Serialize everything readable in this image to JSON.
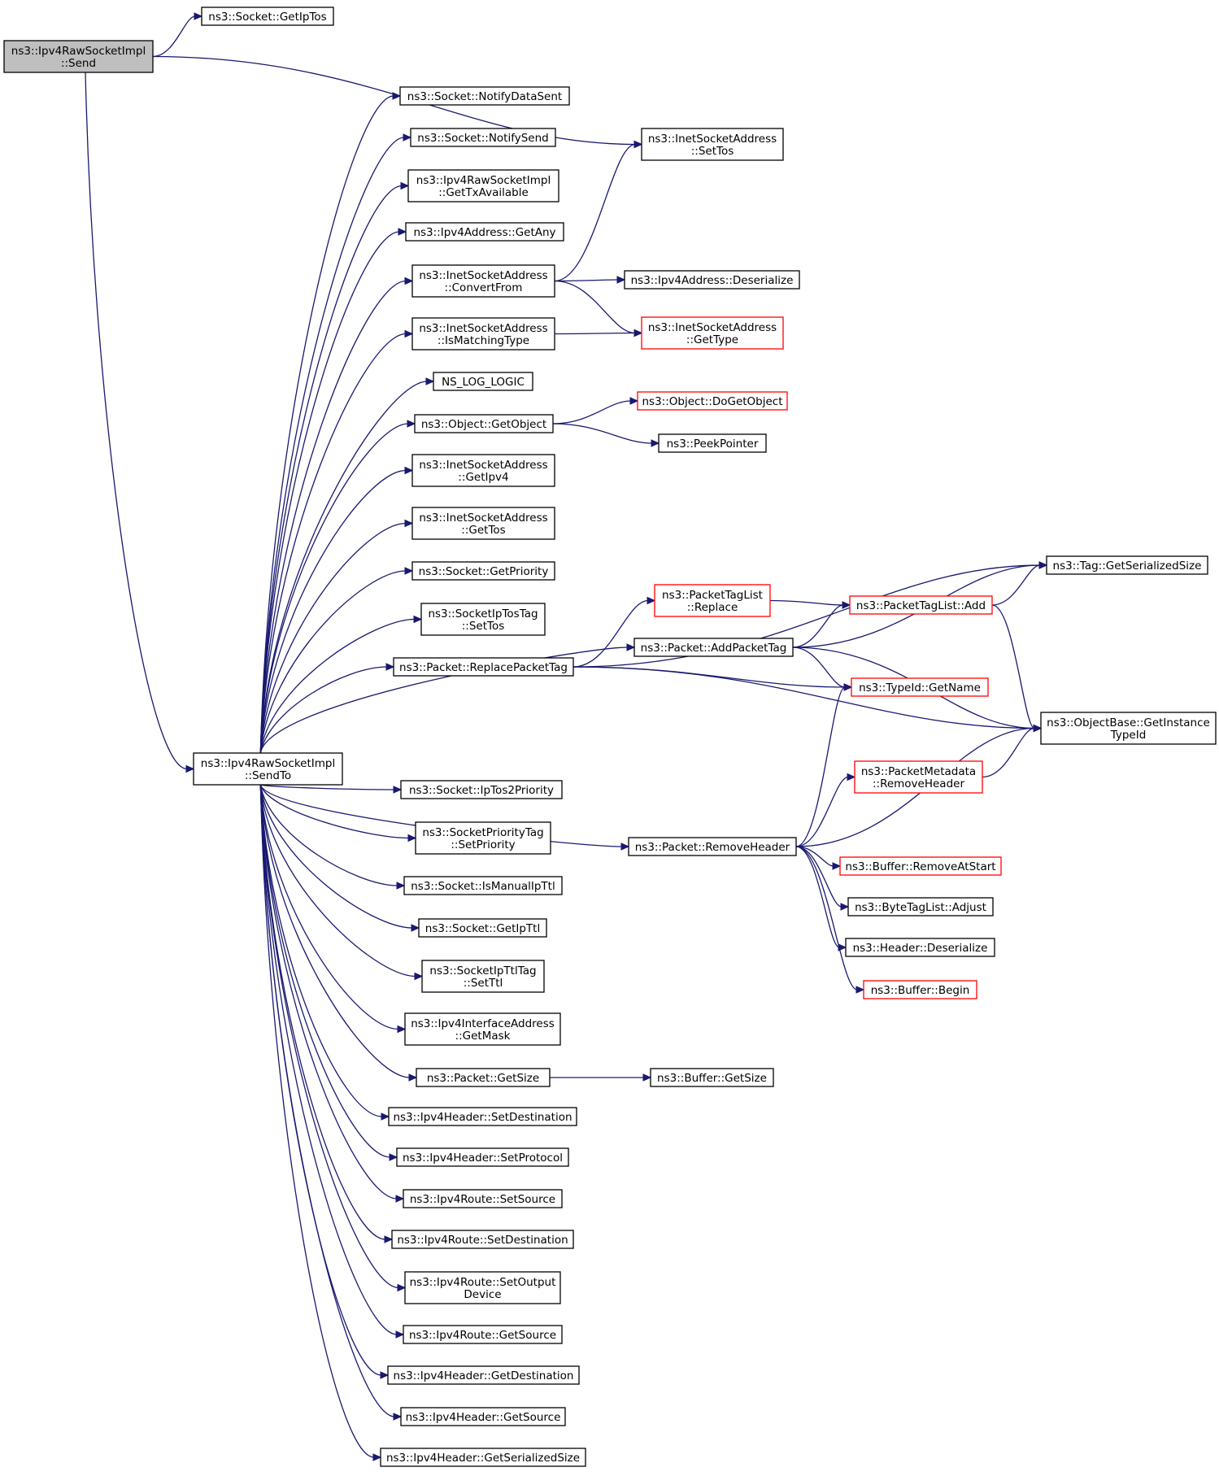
{
  "nodes": [
    {
      "id": "send",
      "lines": [
        "ns3::Ipv4RawSocketImpl",
        "::Send"
      ],
      "style": "root"
    },
    {
      "id": "getiptos",
      "lines": [
        "ns3::Socket::GetIpTos"
      ],
      "style": "normal"
    },
    {
      "id": "settos_isa",
      "lines": [
        "ns3::InetSocketAddress",
        "::SetTos"
      ],
      "style": "normal"
    },
    {
      "id": "notifydatasent",
      "lines": [
        "ns3::Socket::NotifyDataSent"
      ],
      "style": "normal"
    },
    {
      "id": "notifysend",
      "lines": [
        "ns3::Socket::NotifySend"
      ],
      "style": "normal"
    },
    {
      "id": "gettxavailable",
      "lines": [
        "ns3::Ipv4RawSocketImpl",
        "::GetTxAvailable"
      ],
      "style": "normal"
    },
    {
      "id": "getany",
      "lines": [
        "ns3::Ipv4Address::GetAny"
      ],
      "style": "normal"
    },
    {
      "id": "convertfrom",
      "lines": [
        "ns3::InetSocketAddress",
        "::ConvertFrom"
      ],
      "style": "normal"
    },
    {
      "id": "deserialize_ip",
      "lines": [
        "ns3::Ipv4Address::Deserialize"
      ],
      "style": "normal"
    },
    {
      "id": "ismatchingtype",
      "lines": [
        "ns3::InetSocketAddress",
        "::IsMatchingType"
      ],
      "style": "normal"
    },
    {
      "id": "gettype",
      "lines": [
        "ns3::InetSocketAddress",
        "::GetType"
      ],
      "style": "red"
    },
    {
      "id": "nslog",
      "lines": [
        "NS_LOG_LOGIC"
      ],
      "style": "normal"
    },
    {
      "id": "dogetobject",
      "lines": [
        "ns3::Object::DoGetObject"
      ],
      "style": "red"
    },
    {
      "id": "getobject",
      "lines": [
        "ns3::Object::GetObject"
      ],
      "style": "normal"
    },
    {
      "id": "peekpointer",
      "lines": [
        "ns3::PeekPointer"
      ],
      "style": "normal"
    },
    {
      "id": "getipv4",
      "lines": [
        "ns3::InetSocketAddress",
        "::GetIpv4"
      ],
      "style": "normal"
    },
    {
      "id": "gettos",
      "lines": [
        "ns3::InetSocketAddress",
        "::GetTos"
      ],
      "style": "normal"
    },
    {
      "id": "getpriority",
      "lines": [
        "ns3::Socket::GetPriority"
      ],
      "style": "normal"
    },
    {
      "id": "tag_getsersize",
      "lines": [
        "ns3::Tag::GetSerializedSize"
      ],
      "style": "normal"
    },
    {
      "id": "iptostag_settos",
      "lines": [
        "ns3::SocketIpTosTag",
        "::SetTos"
      ],
      "style": "normal"
    },
    {
      "id": "ptl_replace",
      "lines": [
        "ns3::PacketTagList",
        "::Replace"
      ],
      "style": "red"
    },
    {
      "id": "ptl_add",
      "lines": [
        "ns3::PacketTagList::Add"
      ],
      "style": "red"
    },
    {
      "id": "addpackettag",
      "lines": [
        "ns3::Packet::AddPacketTag"
      ],
      "style": "normal"
    },
    {
      "id": "replacepackettag",
      "lines": [
        "ns3::Packet::ReplacePacketTag"
      ],
      "style": "normal"
    },
    {
      "id": "typeid_getname",
      "lines": [
        "ns3::TypeId::GetName"
      ],
      "style": "red"
    },
    {
      "id": "getinstancetypeid",
      "lines": [
        "ns3::ObjectBase::GetInstance",
        "TypeId"
      ],
      "style": "normal"
    },
    {
      "id": "sendto",
      "lines": [
        "ns3::Ipv4RawSocketImpl",
        "::SendTo"
      ],
      "style": "normal"
    },
    {
      "id": "pm_removeheader",
      "lines": [
        "ns3::PacketMetadata",
        "::RemoveHeader"
      ],
      "style": "red"
    },
    {
      "id": "iptos2priority",
      "lines": [
        "ns3::Socket::IpTos2Priority"
      ],
      "style": "normal"
    },
    {
      "id": "prioritytag_setpriority",
      "lines": [
        "ns3::SocketPriorityTag",
        "::SetPriority"
      ],
      "style": "normal"
    },
    {
      "id": "removeheader",
      "lines": [
        "ns3::Packet::RemoveHeader"
      ],
      "style": "normal"
    },
    {
      "id": "buffer_removeatstart",
      "lines": [
        "ns3::Buffer::RemoveAtStart"
      ],
      "style": "red"
    },
    {
      "id": "ismanualipttl",
      "lines": [
        "ns3::Socket::IsManualIpTtl"
      ],
      "style": "normal"
    },
    {
      "id": "bytetaglist_adjust",
      "lines": [
        "ns3::ByteTagList::Adjust"
      ],
      "style": "normal"
    },
    {
      "id": "getipttl",
      "lines": [
        "ns3::Socket::GetIpTtl"
      ],
      "style": "normal"
    },
    {
      "id": "header_deserialize",
      "lines": [
        "ns3::Header::Deserialize"
      ],
      "style": "normal"
    },
    {
      "id": "ipttltag_setttl",
      "lines": [
        "ns3::SocketIpTtlTag",
        "::SetTtl"
      ],
      "style": "normal"
    },
    {
      "id": "buffer_begin",
      "lines": [
        "ns3::Buffer::Begin"
      ],
      "style": "red"
    },
    {
      "id": "getmask",
      "lines": [
        "ns3::Ipv4InterfaceAddress",
        "::GetMask"
      ],
      "style": "normal"
    },
    {
      "id": "packet_getsize",
      "lines": [
        "ns3::Packet::GetSize"
      ],
      "style": "normal"
    },
    {
      "id": "buffer_getsize",
      "lines": [
        "ns3::Buffer::GetSize"
      ],
      "style": "normal"
    },
    {
      "id": "hdr_setdestination",
      "lines": [
        "ns3::Ipv4Header::SetDestination"
      ],
      "style": "normal"
    },
    {
      "id": "hdr_setprotocol",
      "lines": [
        "ns3::Ipv4Header::SetProtocol"
      ],
      "style": "normal"
    },
    {
      "id": "route_setsource",
      "lines": [
        "ns3::Ipv4Route::SetSource"
      ],
      "style": "normal"
    },
    {
      "id": "route_setdestination",
      "lines": [
        "ns3::Ipv4Route::SetDestination"
      ],
      "style": "normal"
    },
    {
      "id": "route_setoutputdevice",
      "lines": [
        "ns3::Ipv4Route::SetOutput",
        "Device"
      ],
      "style": "normal"
    },
    {
      "id": "route_getsource",
      "lines": [
        "ns3::Ipv4Route::GetSource"
      ],
      "style": "normal"
    },
    {
      "id": "hdr_getdestination",
      "lines": [
        "ns3::Ipv4Header::GetDestination"
      ],
      "style": "normal"
    },
    {
      "id": "hdr_getsource",
      "lines": [
        "ns3::Ipv4Header::GetSource"
      ],
      "style": "normal"
    },
    {
      "id": "hdr_getserializedsize",
      "lines": [
        "ns3::Ipv4Header::GetSerializedSize"
      ],
      "style": "normal"
    }
  ],
  "edges": [
    [
      "send",
      "getiptos"
    ],
    [
      "send",
      "settos_isa"
    ],
    [
      "send",
      "sendto"
    ],
    [
      "sendto",
      "notifydatasent"
    ],
    [
      "sendto",
      "notifysend"
    ],
    [
      "sendto",
      "gettxavailable"
    ],
    [
      "sendto",
      "getany"
    ],
    [
      "sendto",
      "convertfrom"
    ],
    [
      "sendto",
      "ismatchingtype"
    ],
    [
      "sendto",
      "nslog"
    ],
    [
      "sendto",
      "getobject"
    ],
    [
      "sendto",
      "getipv4"
    ],
    [
      "sendto",
      "gettos"
    ],
    [
      "sendto",
      "getpriority"
    ],
    [
      "sendto",
      "iptostag_settos"
    ],
    [
      "sendto",
      "replacepackettag"
    ],
    [
      "sendto",
      "addpackettag"
    ],
    [
      "sendto",
      "removeheader"
    ],
    [
      "sendto",
      "iptos2priority"
    ],
    [
      "sendto",
      "prioritytag_setpriority"
    ],
    [
      "sendto",
      "ismanualipttl"
    ],
    [
      "sendto",
      "getipttl"
    ],
    [
      "sendto",
      "ipttltag_setttl"
    ],
    [
      "sendto",
      "getmask"
    ],
    [
      "sendto",
      "packet_getsize"
    ],
    [
      "sendto",
      "hdr_setdestination"
    ],
    [
      "sendto",
      "hdr_setprotocol"
    ],
    [
      "sendto",
      "route_setsource"
    ],
    [
      "sendto",
      "route_setdestination"
    ],
    [
      "sendto",
      "route_setoutputdevice"
    ],
    [
      "sendto",
      "route_getsource"
    ],
    [
      "sendto",
      "hdr_getdestination"
    ],
    [
      "sendto",
      "hdr_getsource"
    ],
    [
      "sendto",
      "hdr_getserializedsize"
    ],
    [
      "convertfrom",
      "settos_isa"
    ],
    [
      "convertfrom",
      "deserialize_ip"
    ],
    [
      "convertfrom",
      "gettype"
    ],
    [
      "ismatchingtype",
      "gettype"
    ],
    [
      "getobject",
      "dogetobject"
    ],
    [
      "getobject",
      "peekpointer"
    ],
    [
      "replacepackettag",
      "tag_getsersize"
    ],
    [
      "replacepackettag",
      "ptl_replace"
    ],
    [
      "replacepackettag",
      "typeid_getname"
    ],
    [
      "replacepackettag",
      "getinstancetypeid"
    ],
    [
      "ptl_replace",
      "ptl_add"
    ],
    [
      "ptl_add",
      "tag_getsersize"
    ],
    [
      "ptl_add",
      "getinstancetypeid"
    ],
    [
      "addpackettag",
      "tag_getsersize"
    ],
    [
      "addpackettag",
      "ptl_add"
    ],
    [
      "addpackettag",
      "typeid_getname"
    ],
    [
      "addpackettag",
      "getinstancetypeid"
    ],
    [
      "removeheader",
      "typeid_getname"
    ],
    [
      "removeheader",
      "pm_removeheader"
    ],
    [
      "removeheader",
      "getinstancetypeid"
    ],
    [
      "removeheader",
      "buffer_removeatstart"
    ],
    [
      "removeheader",
      "bytetaglist_adjust"
    ],
    [
      "removeheader",
      "header_deserialize"
    ],
    [
      "removeheader",
      "buffer_begin"
    ],
    [
      "pm_removeheader",
      "getinstancetypeid"
    ],
    [
      "packet_getsize",
      "buffer_getsize"
    ]
  ]
}
